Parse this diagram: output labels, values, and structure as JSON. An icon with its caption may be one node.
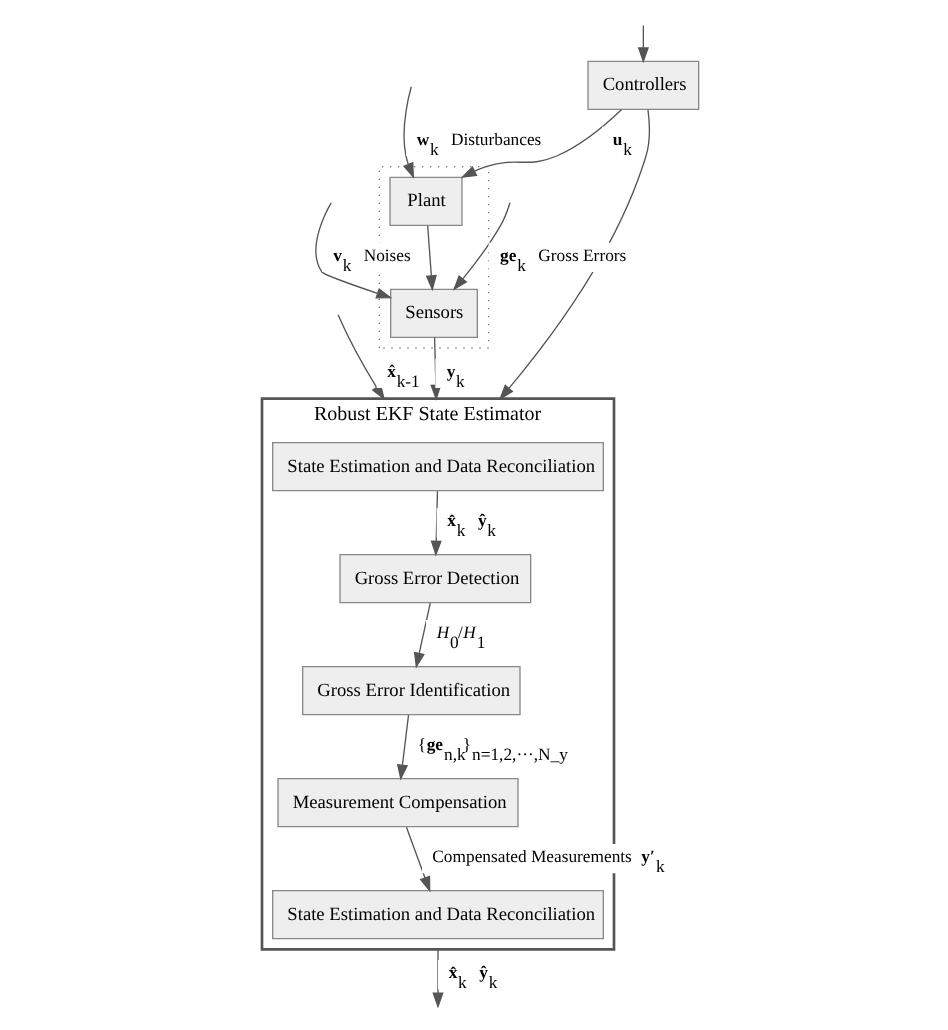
{
  "diagram": {
    "nodes": [
      {
        "text": [
          "Controllers"
        ]
      },
      {
        "text": [],
        "shape": "box"
      },
      {
        "text": [
          "Plant"
        ],
        "in": 1
      },
      {
        "text": [
          "Sensors"
        ],
        "in": 1
      },
      {
        "text": [
          "Robust EKF State Estimator"
        ]
      },
      {
        "text": [
          "State Estimation and Data Reconciliation"
        ],
        "in": 4
      },
      {
        "text": [
          "Gross Error Detection"
        ],
        "in": 4
      },
      {
        "text": [
          "Gross Error Identification"
        ],
        "in": 4
      },
      {
        "text": [
          "Measurement Compensation"
        ],
        "in": 4
      },
      {
        "text": [
          "State Estimation and Data Reconciliation"
        ],
        "in": 4
      }
    ],
    "edges": [
      {
        "from": null,
        "to": 0,
        "arrow": "to"
      },
      {
        "from": 0,
        "to": 2,
        "arrow": "to",
        "label": "**u**$_{k}$"
      },
      {
        "from": 0,
        "to": 4,
        "arrow": "to"
      },
      {
        "from": null,
        "to": 2,
        "arrow": "to",
        "label": "**w**$_{k}$ Disturbances"
      },
      {
        "from": 2,
        "to": 3,
        "arrow": "to"
      },
      {
        "from": null,
        "to": 3,
        "arrow": "to",
        "label": "**v**$_{k}$ Noises"
      },
      {
        "from": null,
        "to": 3,
        "arrow": "to",
        "label": "**ge**$_{k}$ Gross Errors"
      },
      {
        "from": 3,
        "to": 4,
        "arrow": "to",
        "label": "**y**$_{k}$"
      },
      {
        "from": null,
        "to": 4,
        "arrow": "to",
        "label": "**x̂**$_{k-1}$"
      },
      {
        "from": 5,
        "to": 6,
        "arrow": "to",
        "label": "**x̂**$_{k}$ **ŷ**$_{k}$"
      },
      {
        "from": 6,
        "to": 7,
        "arrow": "to",
        "label": "*H*$_{0}$/*H*$_{1}$"
      },
      {
        "from": 7,
        "to": 8,
        "arrow": "to",
        "label": "{**ge**$_{n,k}$}$_{n=1,2,···,N_y}$"
      },
      {
        "from": 8,
        "to": 9,
        "arrow": "to",
        "label": "Compensated Measurements **y′**$_{k}$"
      },
      {
        "from": 4,
        "to": null,
        "arrow": "to",
        "label": "**x̂**$_{k}$ **ŷ**$_{k}$"
      }
    ]
  }
}
